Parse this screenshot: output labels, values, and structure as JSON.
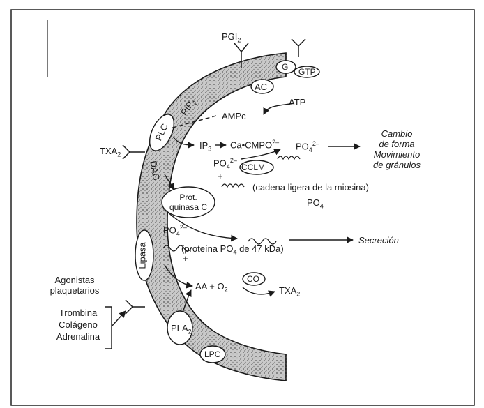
{
  "membrane": {
    "pip2": "PIP",
    "pip2_sub": "2",
    "dag": "DAG",
    "lpc": "LPC",
    "g": "G",
    "gtp": "GTP"
  },
  "enzymes": {
    "plc": "PLC",
    "lipasa": "Lipasa",
    "pla": "PLA",
    "pla_sub": "2",
    "ac": "AC",
    "cclm": "CCLM",
    "co": "CO",
    "pkc_line1": "Prot.",
    "pkc_line2": "quinasa C"
  },
  "receptors": {
    "pgi": "PGI",
    "pgi_sub": "2",
    "txa": "TXA",
    "txa_sub": "2"
  },
  "molecules": {
    "atp": "ATP",
    "ampc": "AMPc",
    "ip": "IP",
    "ip_sub": "3",
    "cacm": "Ca•CMPO",
    "po4_sup": "2–",
    "po4_sub": "4",
    "po": "PO",
    "myosin": "(cadena ligera de la miosina)",
    "protein47": "(proteína PO",
    "protein47_tail": " de 47 kDa)",
    "plus": "+",
    "aa": "AA + O",
    "aa_sub": "2",
    "txa_out": "TXA",
    "txa_out_sub": "2"
  },
  "outcomes": {
    "cambio1": "Cambio",
    "cambio2": "de forma",
    "mov1": "Movimiento",
    "mov2": "de gránulos",
    "secrecion": "Secreción"
  },
  "agonists": {
    "title1": "Agonistas",
    "title2": "plaquetarios",
    "item1": "Trombina",
    "item2": "Colágeno",
    "item3": "Adrenalina"
  }
}
